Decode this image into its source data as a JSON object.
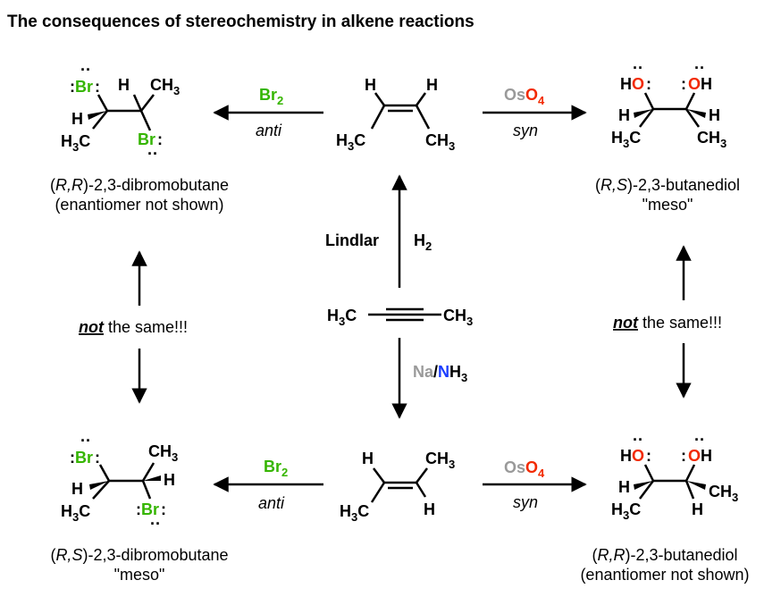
{
  "title": "The consequences of stereochemistry in alkene reactions",
  "colors": {
    "bromine": "#35b500",
    "oxygen": "#f22a00",
    "osmium": "#9a9a9a",
    "sodium": "#9a9a9a",
    "nitrogen": "#1a3cff",
    "bond": "#000000"
  },
  "atoms": {
    "H": "H",
    "C": "C",
    "O": "O",
    "Br": "Br",
    "Os": "Os",
    "N": "N",
    "Na": "Na",
    "sub2": "2",
    "sub3": "3",
    "sub4": "4",
    "lone_pair": ":",
    "lone_pair_top": "··"
  },
  "reagents": {
    "br2_top": {
      "label": "Br",
      "sub": "2",
      "condition": "anti"
    },
    "br2_bottom": {
      "label": "Br",
      "sub": "2",
      "condition": "anti"
    },
    "oso4_top": {
      "os": "Os",
      "o": "O",
      "sub": "4",
      "condition": "syn"
    },
    "oso4_bottom": {
      "os": "Os",
      "o": "O",
      "sub": "4",
      "condition": "syn"
    },
    "lindlar": "Lindlar",
    "h2": {
      "label": "H",
      "sub": "2"
    },
    "na_nh3": {
      "na": "Na",
      "slash": "/",
      "n": "N",
      "h": "H",
      "sub": "3"
    }
  },
  "names": {
    "top_left": {
      "prefix": "(",
      "r1": "R,R",
      "rest": ")-2,3-dibromobutane",
      "note": "(enantiomer not shown)"
    },
    "top_right": {
      "prefix": "(",
      "r1": "R,S",
      "rest": ")-2,3-butanediol",
      "note": "\"meso\""
    },
    "bottom_left": {
      "prefix": "(",
      "r1": "R,S",
      "rest": ")-2,3-dibromobutane",
      "note": "\"meso\""
    },
    "bottom_right": {
      "prefix": "(",
      "r1": "R,R",
      "rest": ")-2,3-butanediol",
      "note": "(enantiomer not shown)"
    }
  },
  "comparisons": {
    "left": {
      "emph": "not",
      "rest": " the same!!!"
    },
    "right": {
      "emph": "not",
      "rest": " the same!!!"
    }
  }
}
